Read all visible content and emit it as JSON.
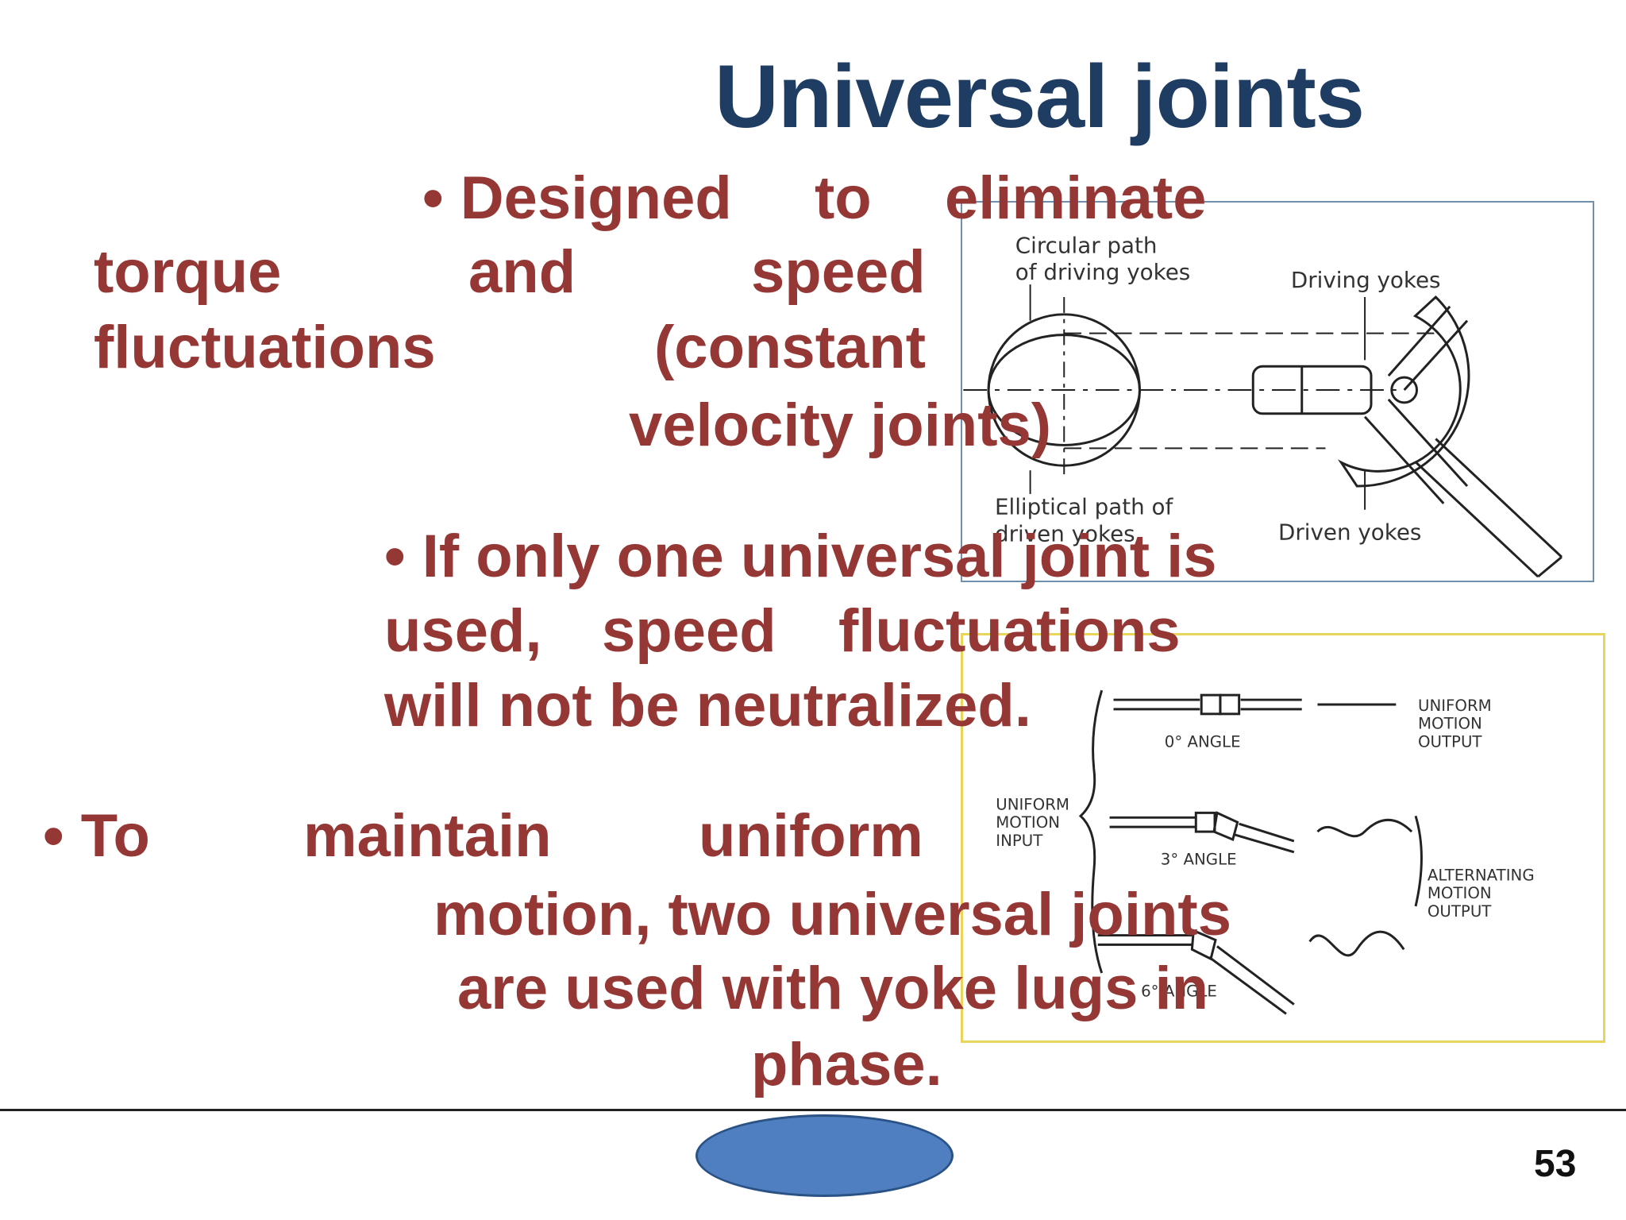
{
  "slide": {
    "title": "Universal joints",
    "bullet1": {
      "line1": [
        "• Designed",
        "to",
        "eliminate"
      ],
      "line2": [
        "torque",
        "and",
        "speed"
      ],
      "line3": [
        "fluctuations",
        "(constant"
      ],
      "line4": "velocity joints)"
    },
    "bullet2": {
      "line1": "• If only one universal joint is",
      "line2": [
        "used,",
        "speed",
        "fluctuations"
      ],
      "line3": "will not be neutralized."
    },
    "bullet3": {
      "line1": [
        "• To",
        "maintain",
        "uniform"
      ],
      "line2": "motion, two universal joints",
      "line3": "are used with yoke lugs in",
      "line4": "phase."
    },
    "figure1": {
      "circular_path_1": "Circular path",
      "circular_path_2": "of driving yokes",
      "driving_yokes": "Driving yokes",
      "elliptical_path_1": "Elliptical path of",
      "elliptical_path_2": "driven yokes",
      "driven_yokes": "Driven yokes"
    },
    "figure2": {
      "angle_0": "0° ANGLE",
      "angle_3": "3° ANGLE",
      "angle_6": "6° ANGLE",
      "uniform_output_1": "UNIFORM",
      "uniform_output_2": "MOTION",
      "uniform_output_3": "OUTPUT",
      "uniform_input_1": "UNIFORM",
      "uniform_input_2": "MOTION",
      "uniform_input_3": "INPUT",
      "alternating_1": "ALTERNATING",
      "alternating_2": "MOTION",
      "alternating_3": "OUTPUT"
    },
    "page_number": "53",
    "colors": {
      "title": "#1f3d63",
      "body": "#953735",
      "figure1_border": "#6e8fae",
      "figure2_border": "#e8d65c",
      "oval_fill": "#4f7fc0"
    }
  }
}
